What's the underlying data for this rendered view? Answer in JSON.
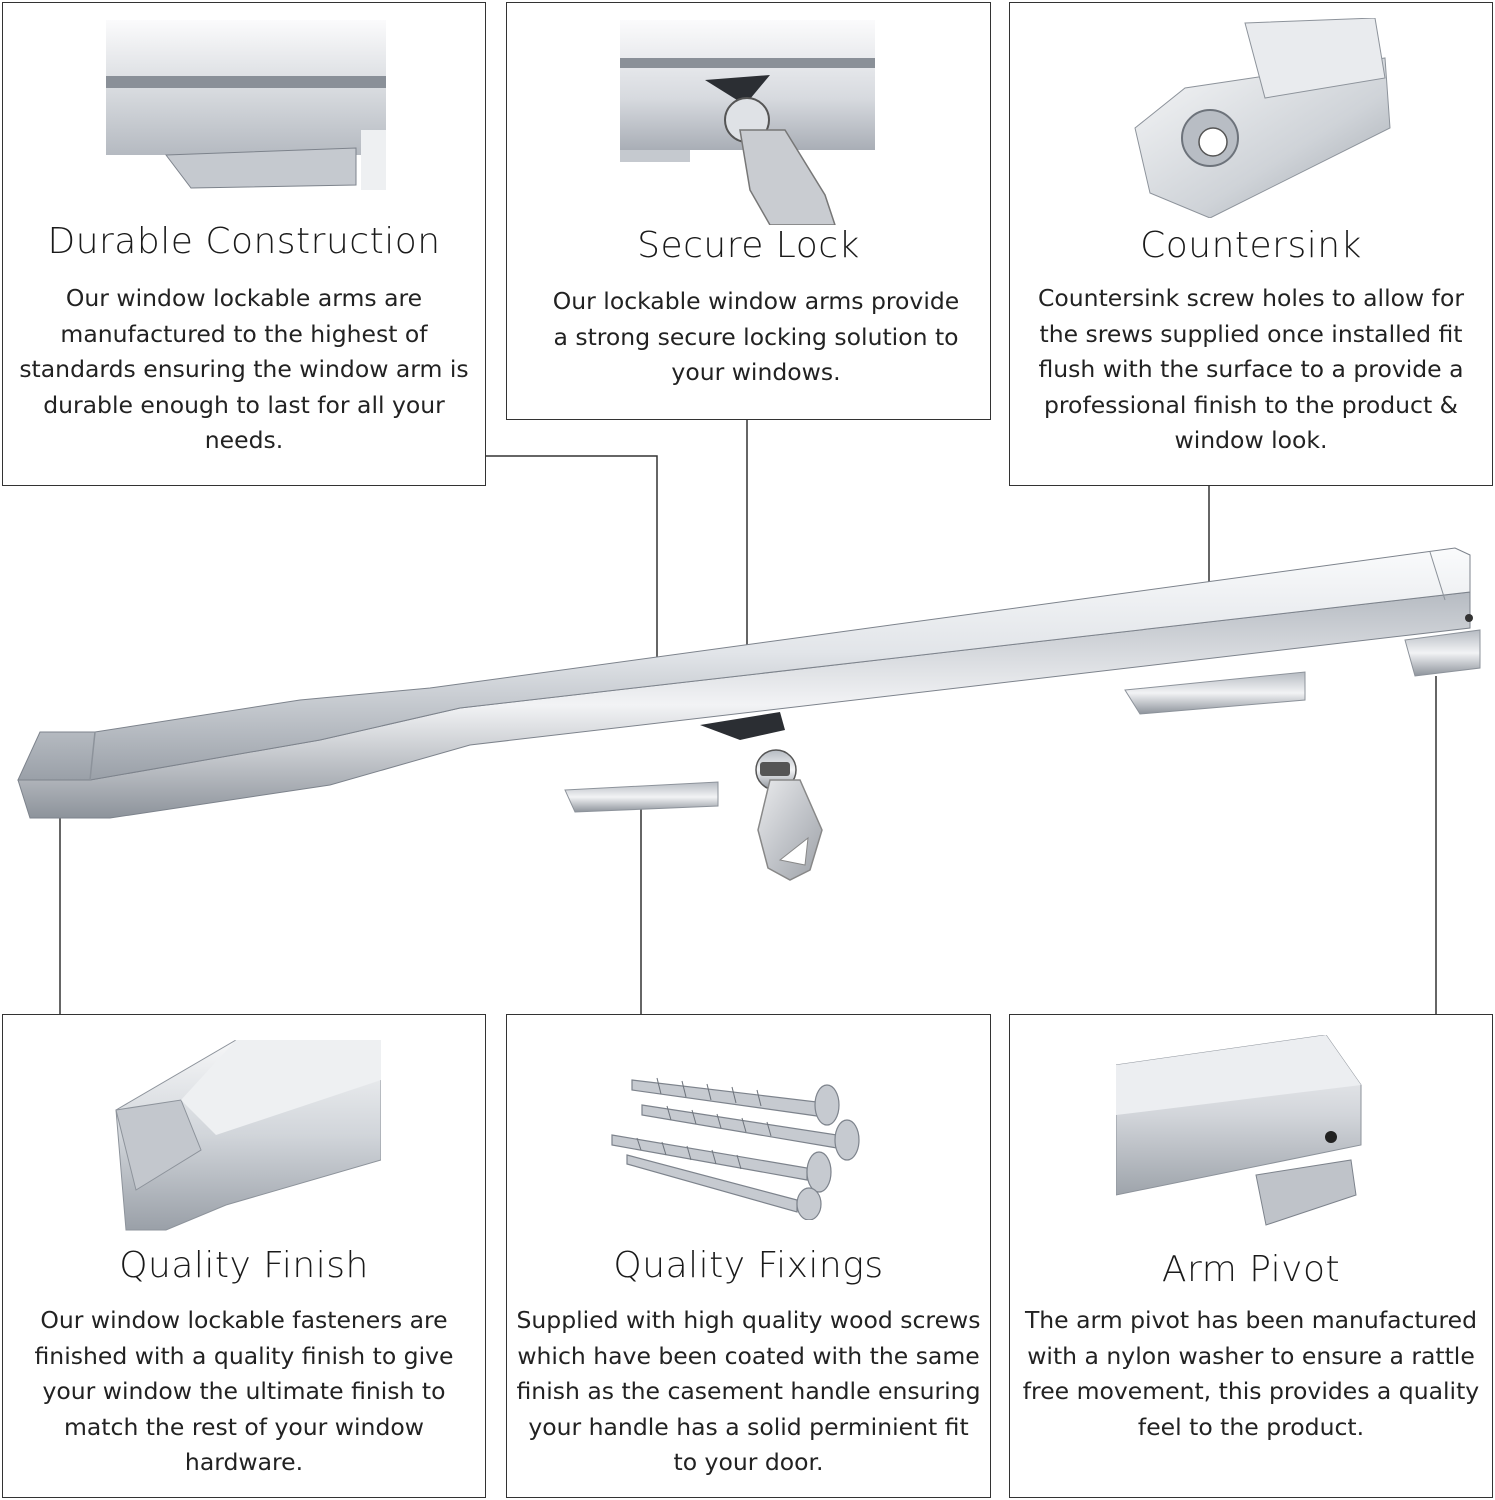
{
  "panels": {
    "durable": {
      "title": "Durable Construction",
      "body": "Our window lockable arms are manufactured to the highest of standards ensuring the window arm is durable enough to last for all your needs.",
      "icon": "bar-edge-closeup"
    },
    "secure": {
      "title": "Secure Lock",
      "body": "Our lockable window arms provide a strong secure locking solution to your windows.",
      "icon": "key-lock-closeup"
    },
    "countersink": {
      "title": "Countersink",
      "body": "Countersink screw holes to allow for the srews supplied once installed fit flush with the surface to a provide a professional finish to the product & window look.",
      "icon": "countersink-hole-closeup"
    },
    "finish": {
      "title": "Quality Finish",
      "body": "Our window lockable fasteners are finished with a quality finish to give your window the ultimate finish to match the rest of your window hardware.",
      "icon": "bar-tip-closeup"
    },
    "fixings": {
      "title": "Quality Fixings",
      "body": "Supplied with high quality wood screws which have been coated with the same finish as the casement handle ensuring your handle has a solid perminient fit to your door.",
      "icon": "wood-screws"
    },
    "pivot": {
      "title": "Arm Pivot",
      "body": "The arm pivot has been manufactured with a nylon washer to ensure a rattle free movement, this provides a quality feel to the product.",
      "icon": "pivot-closeup"
    }
  },
  "product": {
    "name": "lockable-window-arm",
    "finish_color": "#c8ccd2"
  },
  "colors": {
    "line": "#333333",
    "chrome_light": "#f4f5f7",
    "chrome_mid": "#c9cdd3",
    "chrome_dark": "#7d838c"
  }
}
